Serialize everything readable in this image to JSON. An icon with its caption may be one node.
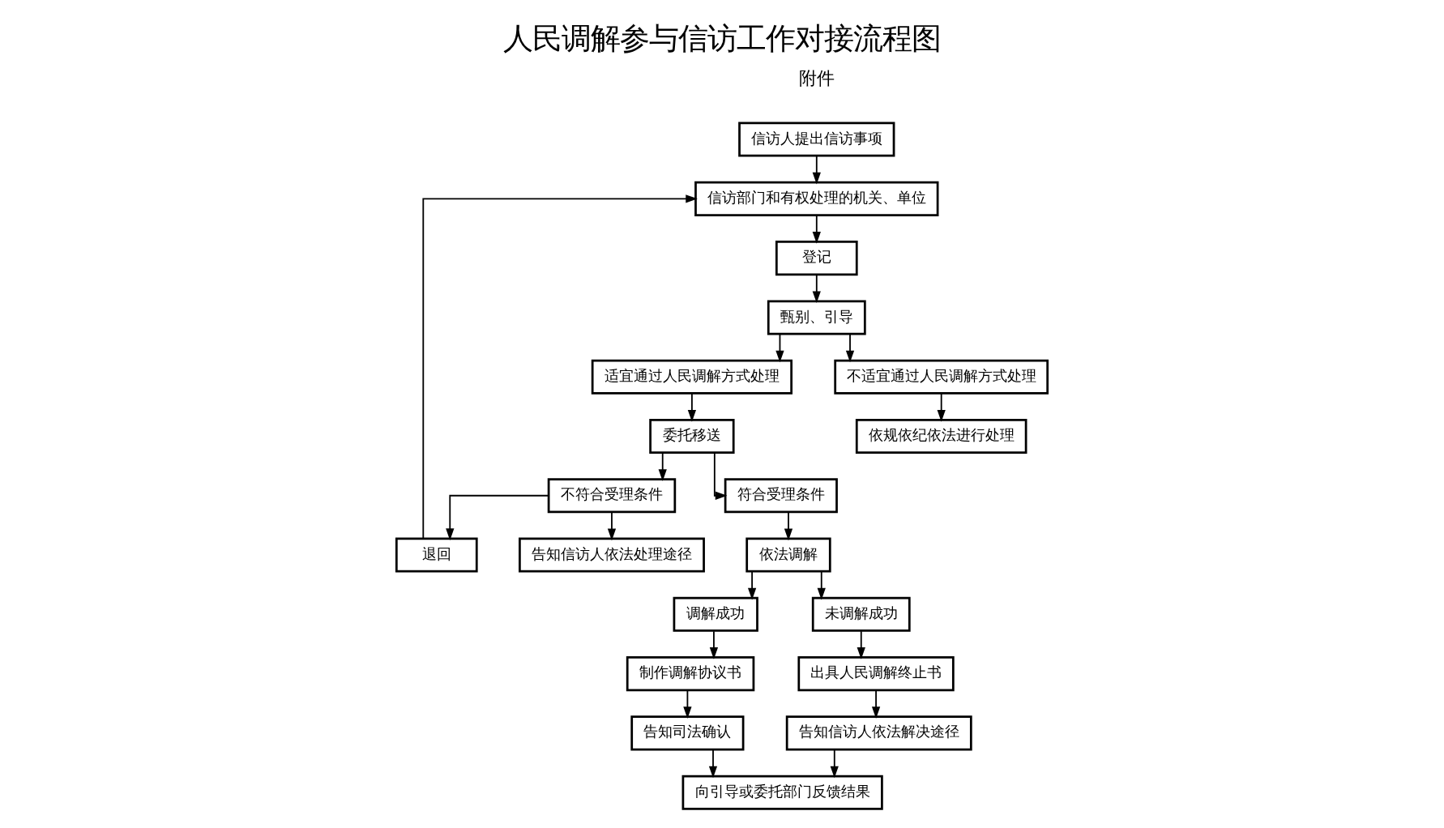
{
  "diagram": {
    "title": "人民调解参与信访工作对接流程图",
    "nodes": [
      {
        "text": [
          "信访人提出信访事项"
        ]
      },
      {
        "text": [
          "信访部门和有权处理的机关、单位"
        ]
      },
      {
        "text": [
          "登记"
        ]
      },
      {
        "text": [
          "甄别、引导"
        ]
      },
      {
        "text": [
          "适宜通过人民调解方式处理"
        ]
      },
      {
        "text": [
          "不适宜通过人民调解方式处理"
        ]
      },
      {
        "text": [
          "委托移送"
        ]
      },
      {
        "text": [
          "依规依纪依法进行处理"
        ]
      },
      {
        "text": [
          "不符合受理条件"
        ]
      },
      {
        "text": [
          "符合受理条件"
        ]
      },
      {
        "text": [
          "退回"
        ]
      },
      {
        "text": [
          "告知信访人依法处理途径"
        ]
      },
      {
        "text": [
          "依法调解"
        ]
      },
      {
        "text": [
          "调解成功"
        ]
      },
      {
        "text": [
          "未调解成功"
        ]
      },
      {
        "text": [
          "制作调解协议书"
        ]
      },
      {
        "text": [
          "出具人民调解终止书"
        ]
      },
      {
        "text": [
          "告知司法确认"
        ]
      },
      {
        "text": [
          "告知信访人依法解决途径"
        ]
      },
      {
        "text": [
          "向引导或委托部门反馈结果"
        ]
      }
    ],
    "edges": [
      {
        "from": 0,
        "to": 1,
        "arrow": "to"
      },
      {
        "from": 1,
        "to": 2,
        "arrow": "to"
      },
      {
        "from": 2,
        "to": 3,
        "arrow": "to"
      },
      {
        "from": 3,
        "to": 4,
        "arrow": "to"
      },
      {
        "from": 3,
        "to": 5,
        "arrow": "to"
      },
      {
        "from": 4,
        "to": 6,
        "arrow": "to"
      },
      {
        "from": 5,
        "to": 7,
        "arrow": "to"
      },
      {
        "from": 6,
        "to": 8,
        "arrow": "to"
      },
      {
        "from": 6,
        "to": 9,
        "arrow": "to"
      },
      {
        "from": 8,
        "to": 10,
        "arrow": "to"
      },
      {
        "from": 8,
        "to": 11,
        "arrow": "to"
      },
      {
        "from": 10,
        "to": 1,
        "arrow": "to"
      },
      {
        "from": 9,
        "to": 12,
        "arrow": "to"
      },
      {
        "from": 12,
        "to": 13,
        "arrow": "to"
      },
      {
        "from": 12,
        "to": 14,
        "arrow": "to"
      },
      {
        "from": 13,
        "to": 15,
        "arrow": "to"
      },
      {
        "from": 14,
        "to": 16,
        "arrow": "to"
      },
      {
        "from": 15,
        "to": 17,
        "arrow": "to"
      },
      {
        "from": 16,
        "to": 18,
        "arrow": "to"
      },
      {
        "from": 17,
        "to": 19,
        "arrow": "to"
      },
      {
        "from": 18,
        "to": 19,
        "arrow": "to"
      }
    ],
    "labels": [
      "附件"
    ]
  }
}
